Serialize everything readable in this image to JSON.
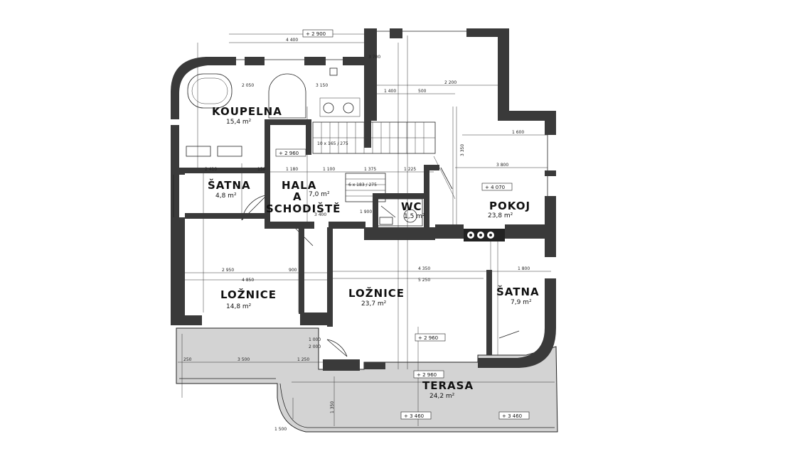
{
  "rooms": {
    "koupelna": {
      "name": "KOUPELNA",
      "area": "15,4 m²"
    },
    "satna_left": {
      "name": "ŠATNA",
      "area": "4,8 m²"
    },
    "hala": {
      "name_line1": "HALA",
      "name_line2": "A",
      "name_line3": "SCHODIŠTĚ",
      "area": "7,0 m²"
    },
    "wc": {
      "name": "WC",
      "area": "1,5 m²"
    },
    "pokoj": {
      "name": "POKOJ",
      "area": "23,8 m²"
    },
    "loznice_left": {
      "name": "LOŽNICE",
      "area": "14,8 m²"
    },
    "loznice_mid": {
      "name": "LOŽNICE",
      "area": "23,7 m²"
    },
    "satna_right": {
      "name": "ŠATNA",
      "area": "7,9 m²"
    },
    "terasa": {
      "name": "TERASA",
      "area": "24,2 m²"
    }
  },
  "levels": {
    "top": "+ 2 900",
    "hall": "+ 2 960",
    "pokoj": "+ 4 070",
    "loznice": "+ 2 960",
    "terasa_left": "+ 2 960",
    "terasa_mid": "+ 3 460",
    "terasa_right": "+ 3 460"
  },
  "dims": {
    "d4400": "4 400",
    "d2200": "2 200",
    "d1400": "1 400",
    "d500": "500",
    "d3150": "3 150",
    "d2050": "2 050",
    "d2410": "2 410",
    "d1100": "1 100",
    "d1375": "1 375",
    "d1225": "1 225",
    "d3800": "3 800",
    "d1600": "1 600",
    "d2950": "2 950",
    "d900": "900",
    "d4850": "4 850",
    "d4350": "4 350",
    "d5250": "5 250",
    "d1800": "1 800",
    "d3500": "3 500",
    "d1250": "1 250",
    "d1000": "1 000",
    "d2000": "2 000",
    "d3400": "3 400",
    "d3350": "3 350",
    "d1350": "1 350",
    "d1500": "1 500",
    "d250": "250",
    "d1900": "1 900",
    "d150": "150",
    "d1180": "1 180",
    "d3700": "3 700",
    "stairs1": "10 x 165 / 275",
    "stairs2": "6 x 183 / 275"
  }
}
